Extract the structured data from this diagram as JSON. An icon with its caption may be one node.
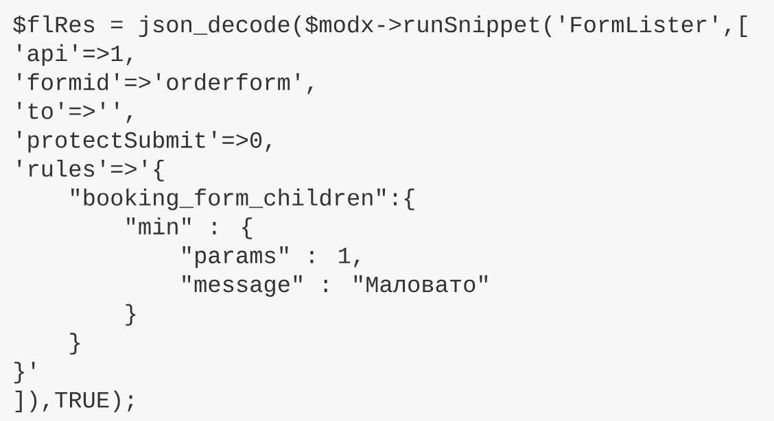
{
  "diagram": {
    "labels": [
      "$flRes = json_decode($modx->runSnippet('FormLister',[",
      "'api'=>1,",
      "'formid'=>'orderform',",
      "'to'=>'',",
      "'protectSubmit'=>0,",
      "'rules'=>'{",
      "\"booking_form_children\":{",
      "\"min\" : {",
      "\"params\" : 1,",
      "\"message\" : \"Маловато\"",
      "}",
      "}",
      "}'",
      "]),TRUE);"
    ]
  }
}
